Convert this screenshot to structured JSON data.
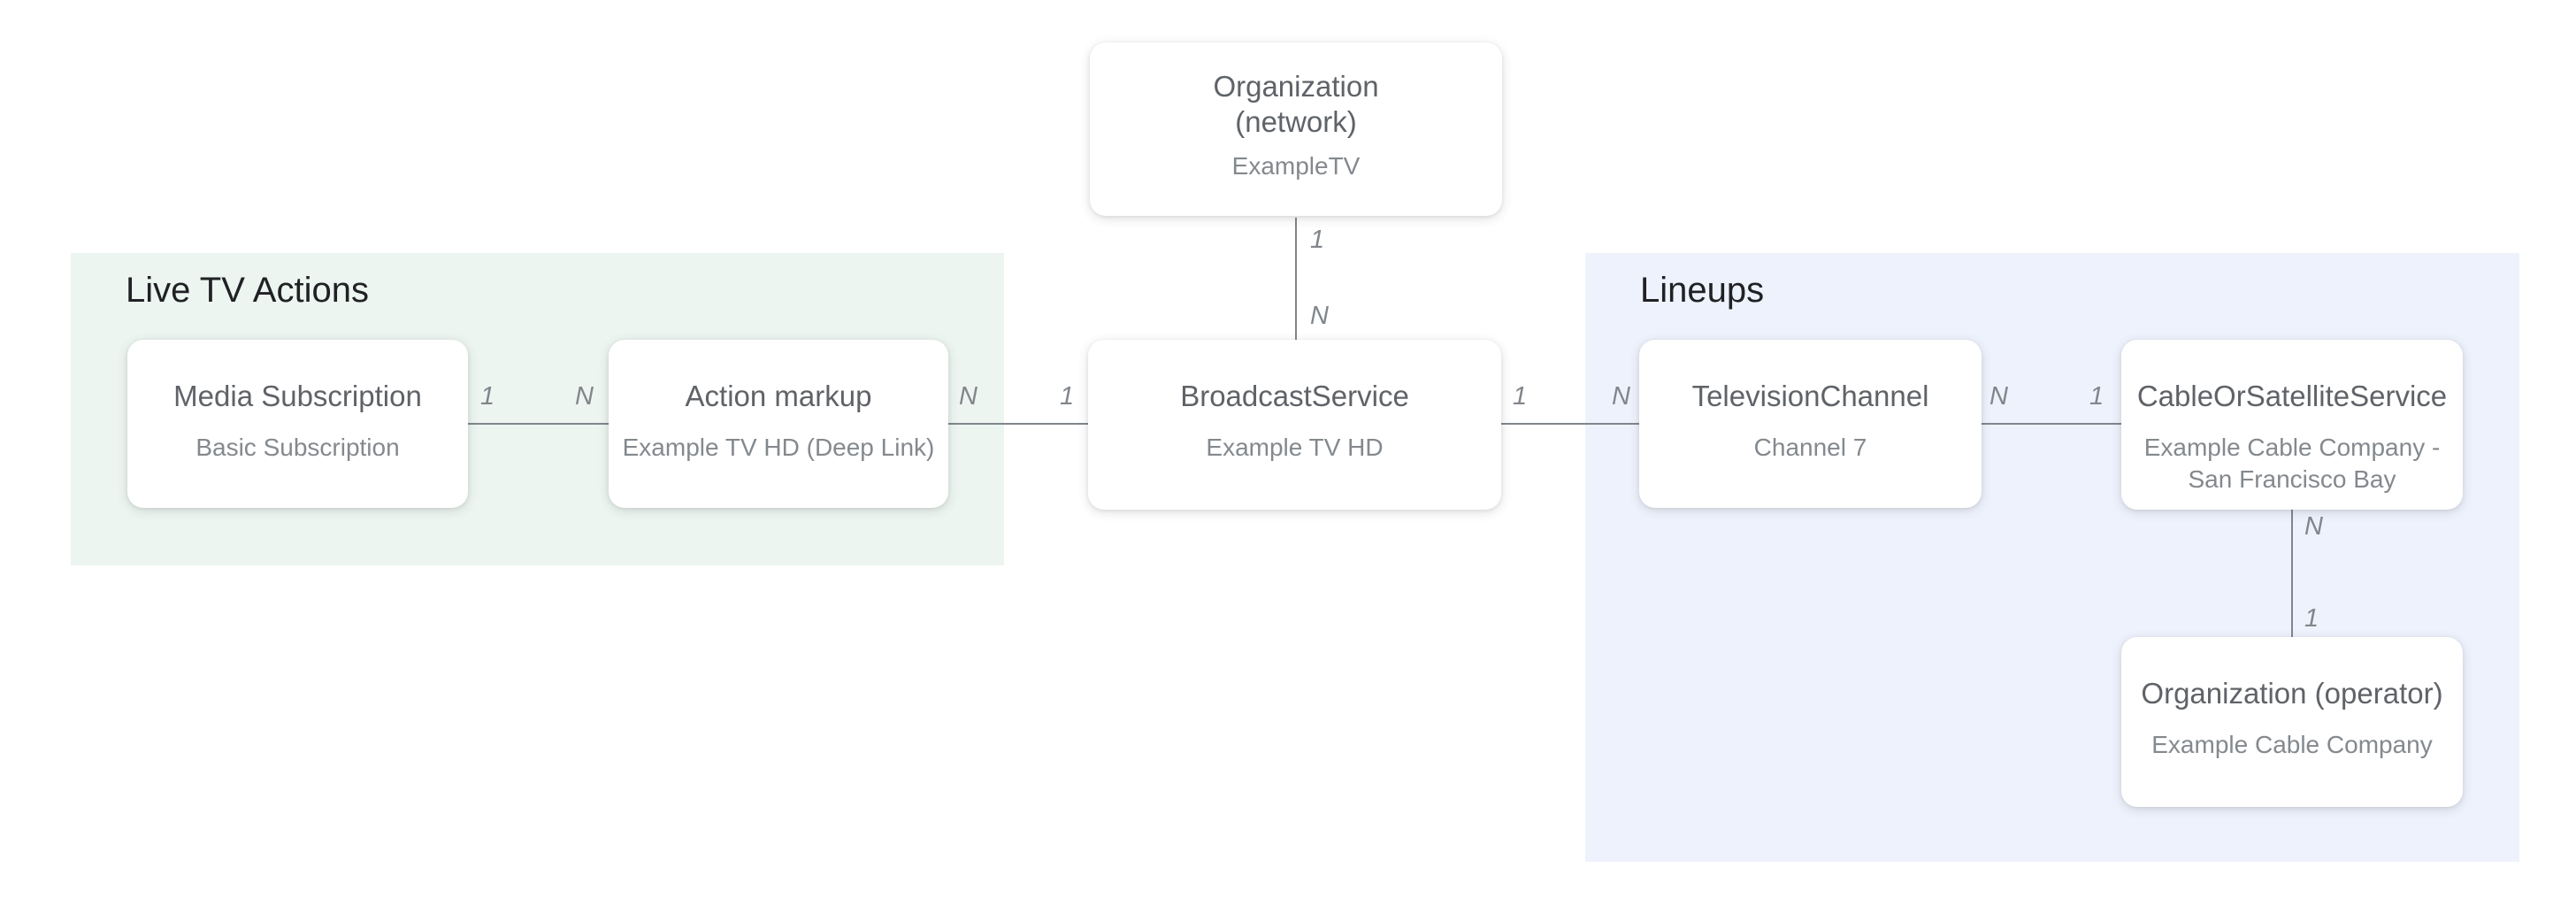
{
  "regions": {
    "live_tv_actions": {
      "title": "Live TV Actions"
    },
    "lineups": {
      "title": "Lineups"
    }
  },
  "nodes": {
    "org_network": {
      "type": "Organization\n(network)",
      "example": "ExampleTV"
    },
    "media_subscription": {
      "type": "Media Subscription",
      "example": "Basic Subscription"
    },
    "action_markup": {
      "type": "Action markup",
      "example": "Example TV HD (Deep Link)"
    },
    "broadcast_service": {
      "type": "BroadcastService",
      "example": "Example TV HD"
    },
    "television_channel": {
      "type": "TelevisionChannel",
      "example": "Channel 7"
    },
    "cable_or_satellite_service": {
      "type": "CableOrSatelliteService",
      "example": "Example Cable Company -\nSan Francisco Bay"
    },
    "org_operator": {
      "type": "Organization (operator)",
      "example": "Example Cable Company"
    }
  },
  "cardinality": {
    "network_to_broadcast": {
      "near_network": "1",
      "near_broadcast": "N"
    },
    "media_subscription_to_action_markup": {
      "near_media_subscription": "1",
      "near_action_markup": "N"
    },
    "action_markup_to_broadcast": {
      "near_action_markup": "N",
      "near_broadcast": "1"
    },
    "broadcast_to_channel": {
      "near_broadcast": "1",
      "near_channel": "N"
    },
    "channel_to_cable": {
      "near_channel": "N",
      "near_cable": "1"
    },
    "cable_to_operator": {
      "near_cable": "N",
      "near_operator": "1"
    }
  },
  "colors": {
    "live_tv_actions_bg": "#ECF5F0",
    "lineups_bg": "#EEF2FC",
    "node_bg": "#FFFFFF",
    "node_title_text": "#5F6368",
    "node_example_text": "#84898E",
    "section_title_text": "#202124",
    "connector": "#80868B"
  }
}
